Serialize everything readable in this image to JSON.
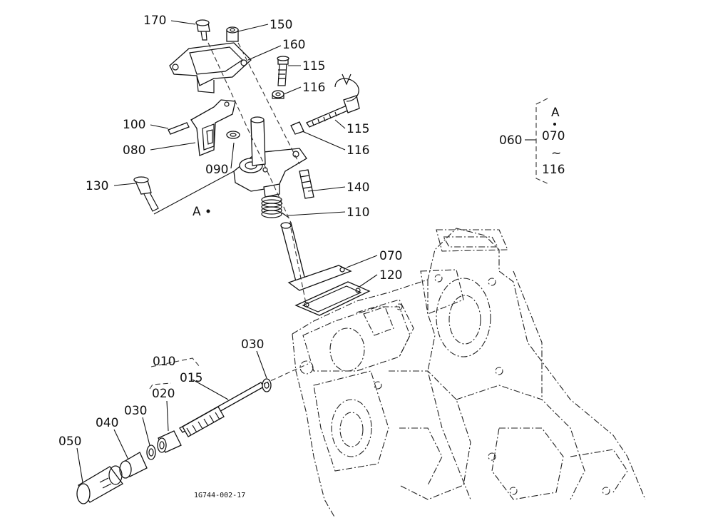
{
  "drawing_code": "1G744-002-17",
  "callouts": [
    {
      "id": "c170",
      "text": "170"
    },
    {
      "id": "c150",
      "text": "150"
    },
    {
      "id": "c160",
      "text": "160"
    },
    {
      "id": "c115a",
      "text": "115"
    },
    {
      "id": "c116a",
      "text": "116"
    },
    {
      "id": "c115b",
      "text": "115"
    },
    {
      "id": "c116b",
      "text": "116"
    },
    {
      "id": "c100",
      "text": "100"
    },
    {
      "id": "c080",
      "text": "080"
    },
    {
      "id": "c090",
      "text": "090"
    },
    {
      "id": "c130",
      "text": "130"
    },
    {
      "id": "c140",
      "text": "140"
    },
    {
      "id": "c110",
      "text": "110"
    },
    {
      "id": "cA",
      "text": "A"
    },
    {
      "id": "c070",
      "text": "070"
    },
    {
      "id": "c120",
      "text": "120"
    },
    {
      "id": "c030a",
      "text": "030"
    },
    {
      "id": "c010",
      "text": "010"
    },
    {
      "id": "c015",
      "text": "015"
    },
    {
      "id": "c020",
      "text": "020"
    },
    {
      "id": "c030b",
      "text": "030"
    },
    {
      "id": "c040",
      "text": "040"
    },
    {
      "id": "c050",
      "text": "050"
    }
  ],
  "group_legend": {
    "group": "060",
    "items": [
      "A",
      "070",
      "116"
    ],
    "range_symbol": "~"
  }
}
